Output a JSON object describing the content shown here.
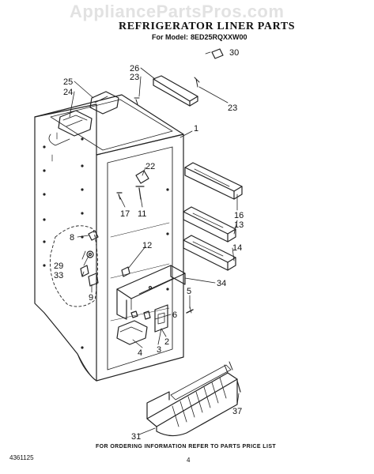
{
  "watermark": "AppliancePartsPros.com",
  "header": {
    "title": "REFRIGERATOR LINER PARTS",
    "model_prefix": "For Model:",
    "model_number": "8ED25RQXXW00"
  },
  "callouts": {
    "c1": "1",
    "c2": "2",
    "c3": "3",
    "c4": "4",
    "c5": "5",
    "c6": "6",
    "c8": "8",
    "c9": "9",
    "c11": "11",
    "c12": "12",
    "c13": "13",
    "c14": "14",
    "c16": "16",
    "c17": "17",
    "c22": "22",
    "c23a": "23",
    "c23b": "23",
    "c24": "24",
    "c25": "25",
    "c26": "26",
    "c29": "29",
    "c30": "30",
    "c31": "31",
    "c33": "33",
    "c34": "34",
    "c37": "37"
  },
  "footer": {
    "note": "FOR ORDERING INFORMATION REFER TO PARTS PRICE LIST",
    "doc_number": "4361125",
    "page_number": "4"
  }
}
